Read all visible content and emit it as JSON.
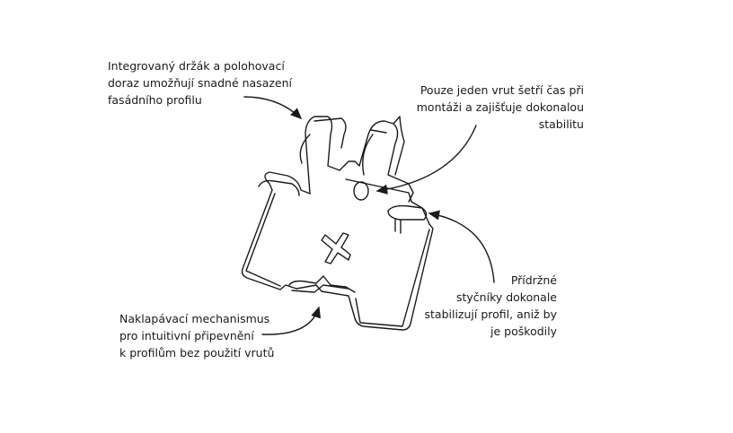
{
  "callouts": {
    "top_left": [
      "Integrovaný držák a polohovací",
      "doraz umožňují snadné nasazení",
      "fasádního profilu"
    ],
    "top_right": [
      "Pouze jeden vrut šetří čas při",
      "montáži a zajišťuje dokonalou",
      "stabilitu"
    ],
    "bottom_right": [
      "Přídržné",
      "styčníky dokonale",
      "stabilizují profil, aniž by",
      "je poškodily"
    ],
    "bottom_left": [
      "Naklapávací mechanismus",
      "pro intuitivní připevnění",
      "k profilům bez použití vrutů"
    ]
  },
  "colors": {
    "line": "#1a1a1a",
    "background": "#ffffff"
  }
}
